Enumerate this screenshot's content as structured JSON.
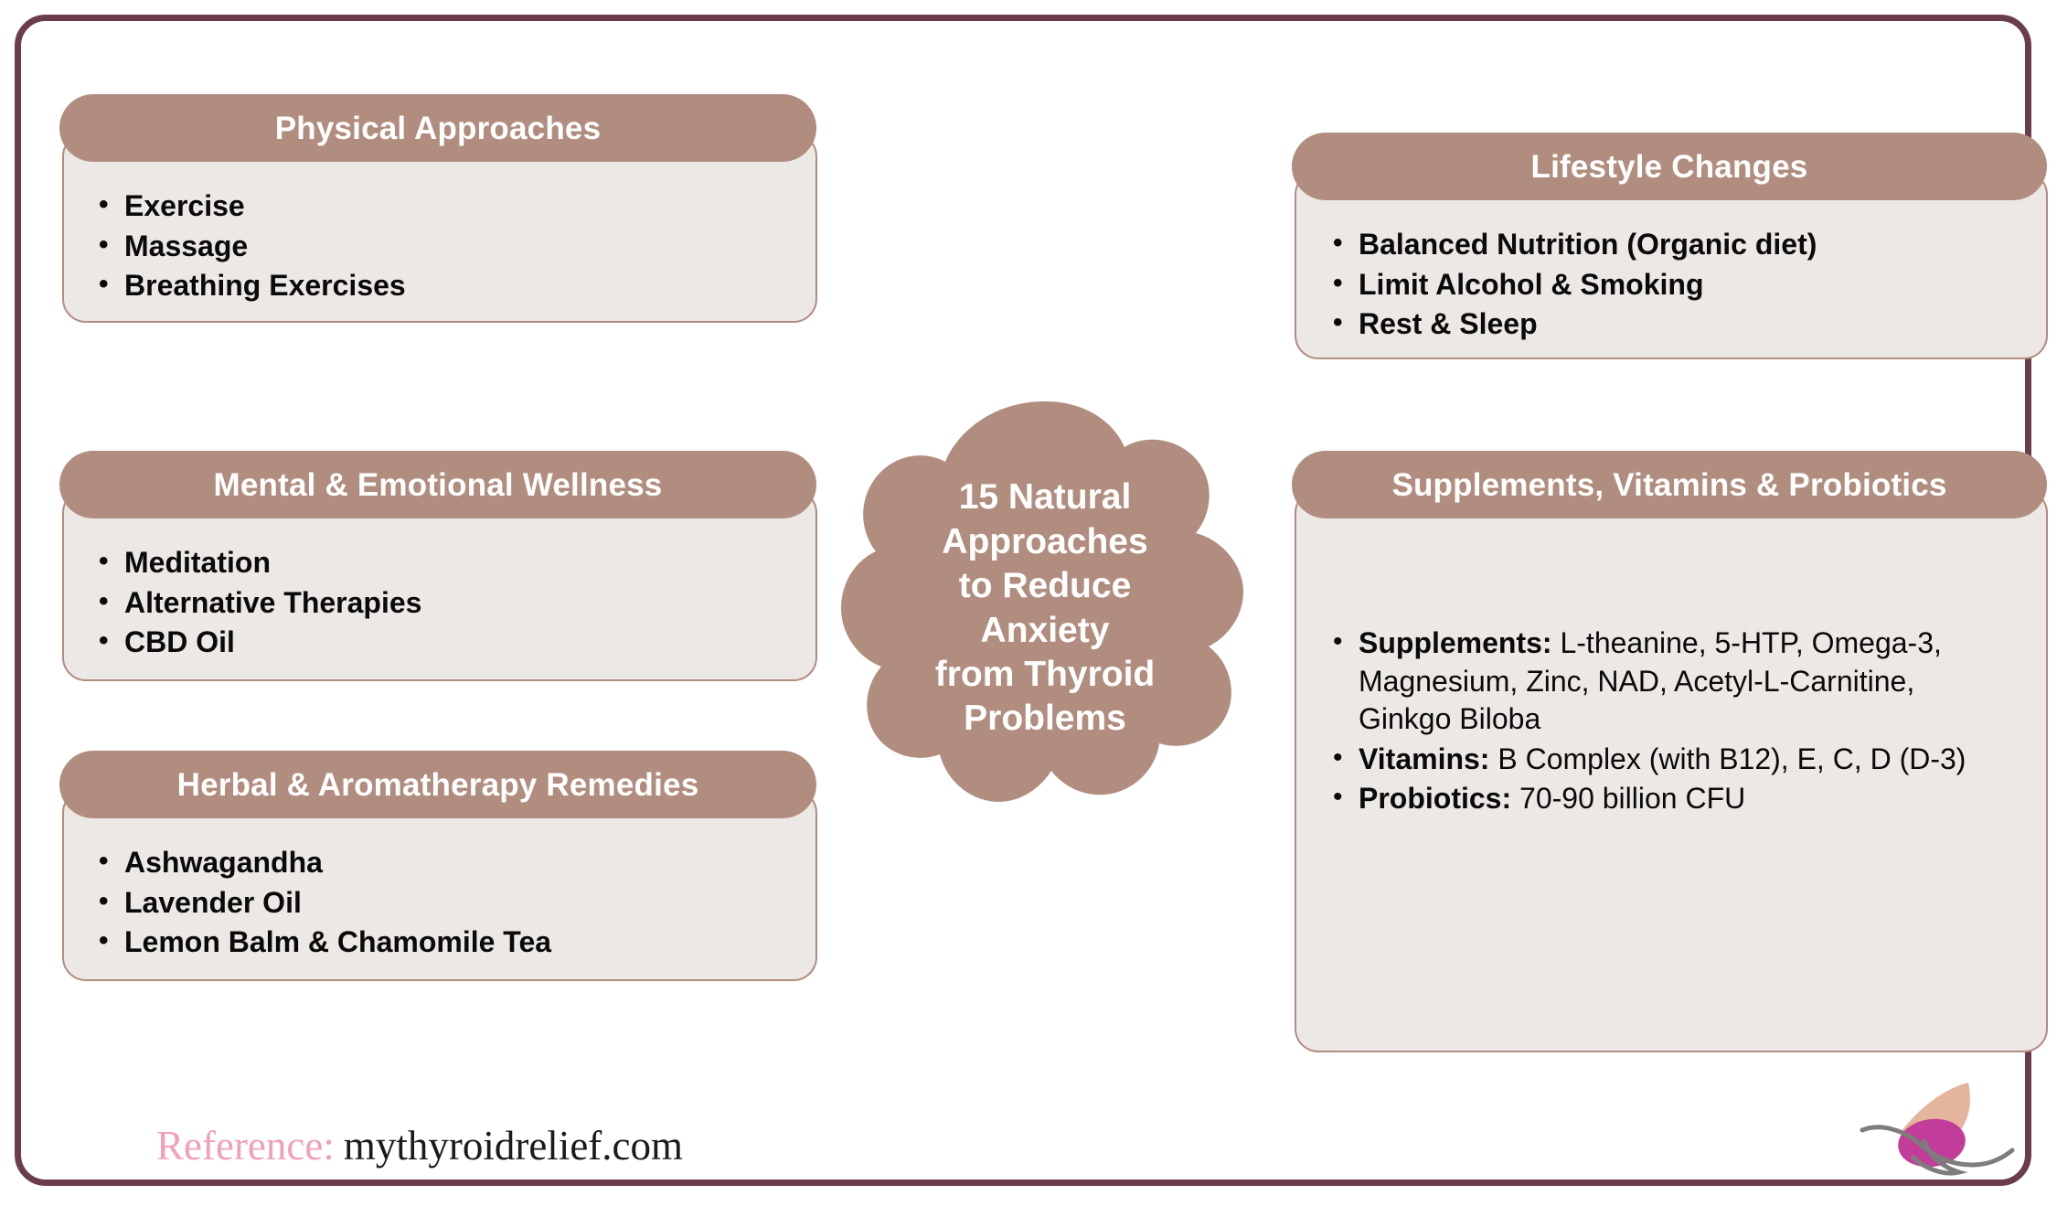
{
  "page": {
    "title": "15 Natural Approaches to Reduce Anxiety from Thyroid Problems"
  },
  "colors": {
    "frame_border": "#6b3c4c",
    "header_brown": "#b18d7f",
    "card_body": "#ece8e5",
    "card_border": "#b18d7f",
    "badge_fill": "#b18d7f",
    "reference_pink": "#f2a0b8",
    "logo_wing": "#e4b49c",
    "logo_body": "#c23d99",
    "logo_swoosh": "#7d7d7d",
    "text_dark": "#0a0a0a",
    "text_white": "#ffffff"
  },
  "center_badge": {
    "icon": "scalloped-badge-shape",
    "text": "15 Natural\nApproaches\nto Reduce\nAnxiety\nfrom Thyroid\nProblems"
  },
  "cards": [
    {
      "id": "physical",
      "title": "Physical Approaches",
      "column": "left",
      "items": [
        {
          "text": "Exercise"
        },
        {
          "text": "Massage"
        },
        {
          "text": "Breathing Exercises"
        }
      ]
    },
    {
      "id": "mental",
      "title": "Mental & Emotional Wellness",
      "column": "left",
      "items": [
        {
          "text": "Meditation"
        },
        {
          "text": "Alternative Therapies"
        },
        {
          "text": "CBD Oil"
        }
      ]
    },
    {
      "id": "herbal",
      "title": "Herbal & Aromatherapy Remedies",
      "column": "left",
      "items": [
        {
          "text": "Ashwagandha"
        },
        {
          "text": "Lavender Oil"
        },
        {
          "text": "Lemon Balm & Chamomile Tea"
        }
      ]
    },
    {
      "id": "lifestyle",
      "title": "Lifestyle Changes",
      "column": "right",
      "items": [
        {
          "text": "Balanced Nutrition (Organic diet)"
        },
        {
          "text": "Limit Alcohol & Smoking"
        },
        {
          "text": "Rest & Sleep"
        }
      ]
    },
    {
      "id": "supplements",
      "title": "Supplements, Vitamins & Probiotics",
      "column": "right",
      "items": [
        {
          "label": "Supplements:",
          "text": " L-theanine, 5-HTP, Omega-3, Magnesium, Zinc, NAD, Acetyl-L-Carnitine, Ginkgo Biloba"
        },
        {
          "label": "Vitamins:",
          "text": " B Complex (with B12), E, C, D (D-3)"
        },
        {
          "label": "Probiotics:",
          "text": " 70-90 billion CFU"
        }
      ]
    }
  ],
  "footer": {
    "reference_label": "Reference:",
    "reference_url": "mythyroidrelief.com",
    "logo_icon": "butterfly-logo"
  }
}
